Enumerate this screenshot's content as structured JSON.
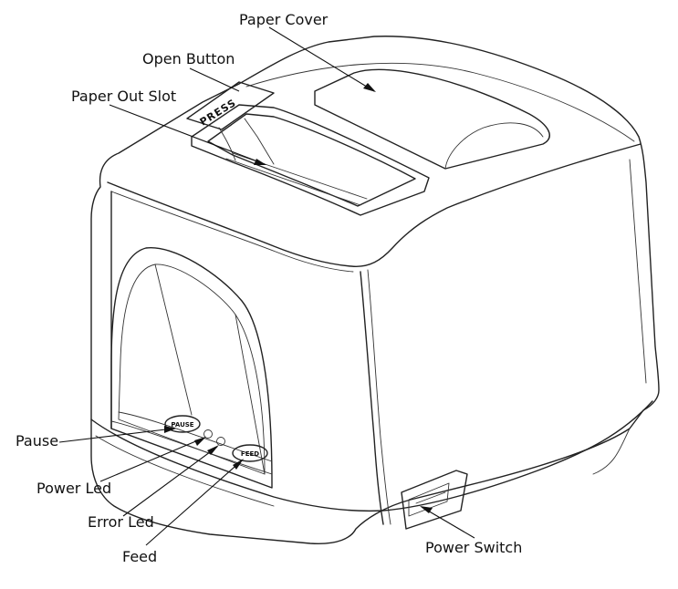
{
  "labels": {
    "paper_cover": "Paper Cover",
    "open_button": "Open Button",
    "paper_out_slot": "Paper Out Slot",
    "pause": "Pause",
    "power_led": "Power Led",
    "error_led": "Error Led",
    "feed": "Feed",
    "power_switch": "Power Switch"
  },
  "device": {
    "open_button_text": "PRESS",
    "pause_button_text": "PAUSE",
    "feed_button_text": "FEED"
  }
}
